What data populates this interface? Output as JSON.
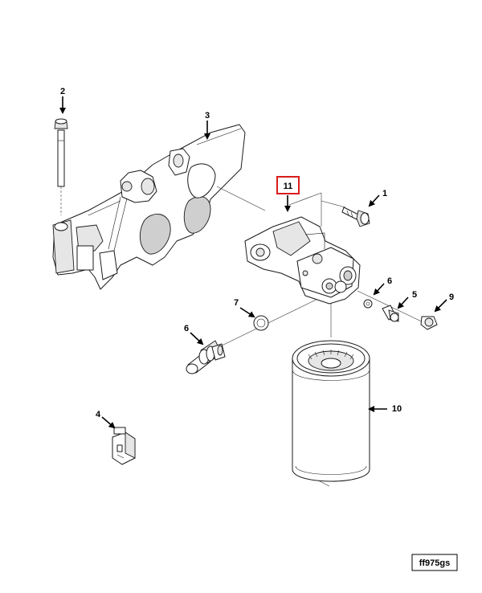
{
  "colors": {
    "highlight": "#d91c1c",
    "line": "#1a1a1a",
    "background": "#ffffff"
  },
  "callouts": [
    {
      "id": "callout-1",
      "label": "1"
    },
    {
      "id": "callout-2",
      "label": "2"
    },
    {
      "id": "callout-3",
      "label": "3"
    },
    {
      "id": "callout-4",
      "label": "4"
    },
    {
      "id": "callout-5",
      "label": "5"
    },
    {
      "id": "callout-6a",
      "label": "6"
    },
    {
      "id": "callout-6b",
      "label": "6"
    },
    {
      "id": "callout-7",
      "label": "7"
    },
    {
      "id": "callout-9",
      "label": "9"
    },
    {
      "id": "callout-10",
      "label": "10"
    },
    {
      "id": "callout-11",
      "label": "11",
      "highlighted": true
    }
  ],
  "figure_id": "ff975gs"
}
